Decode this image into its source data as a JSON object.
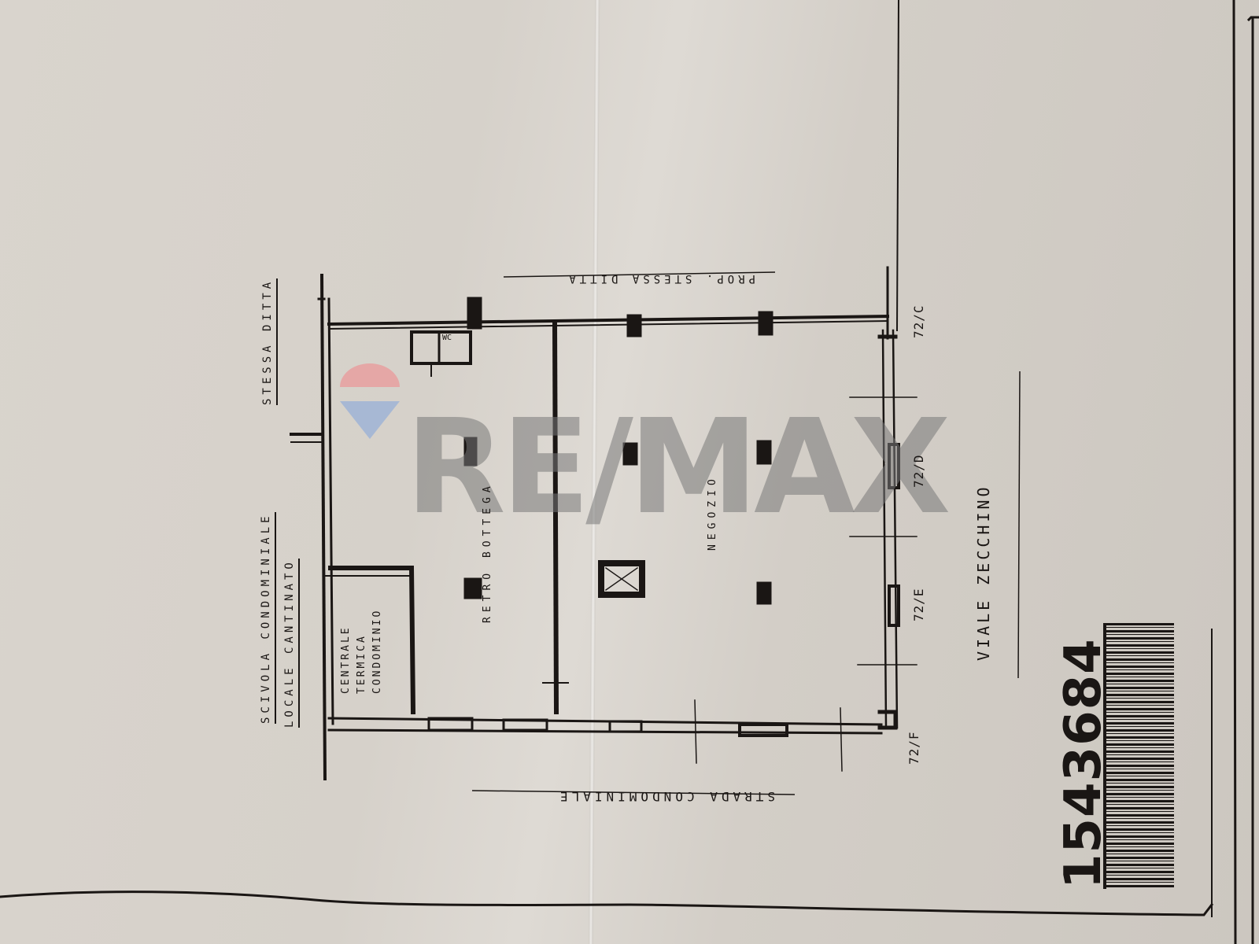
{
  "document": {
    "type": "floor plan (planimetria)",
    "watermark": "RE/MAX",
    "watermark_colors": {
      "balloon_top": "#e8a0a0",
      "balloon_bottom": "#9fb4d6",
      "text": "#7a7a7a"
    },
    "paper_color": "#d8d3cc",
    "ink_color": "#1a1614"
  },
  "labels": {
    "top_left_line1": "SCIVOLA CONDOMINIALE",
    "top_left_line2": "LOCALE CANTINATO",
    "top_left_neighbor": "STESSA DITTA",
    "top_right_neighbor": "PROP. STESSA DITTA",
    "bottom_street": "STRADA CONDOMINIALE",
    "main_street": "VIALE ZECCHINO"
  },
  "rooms": [
    {
      "name": "CENTRALE TERMICA CONDOMINIO",
      "lines": [
        "CENTRALE",
        "TERMICA",
        "CONDOMINIO"
      ]
    },
    {
      "name": "RETRO BOTTEGA"
    },
    {
      "name": "NEGOZIO"
    },
    {
      "name": "WC"
    }
  ],
  "civic_numbers": [
    "72/C",
    "72/D",
    "72/E",
    "72/F"
  ],
  "barcode": {
    "number": "1543684"
  }
}
